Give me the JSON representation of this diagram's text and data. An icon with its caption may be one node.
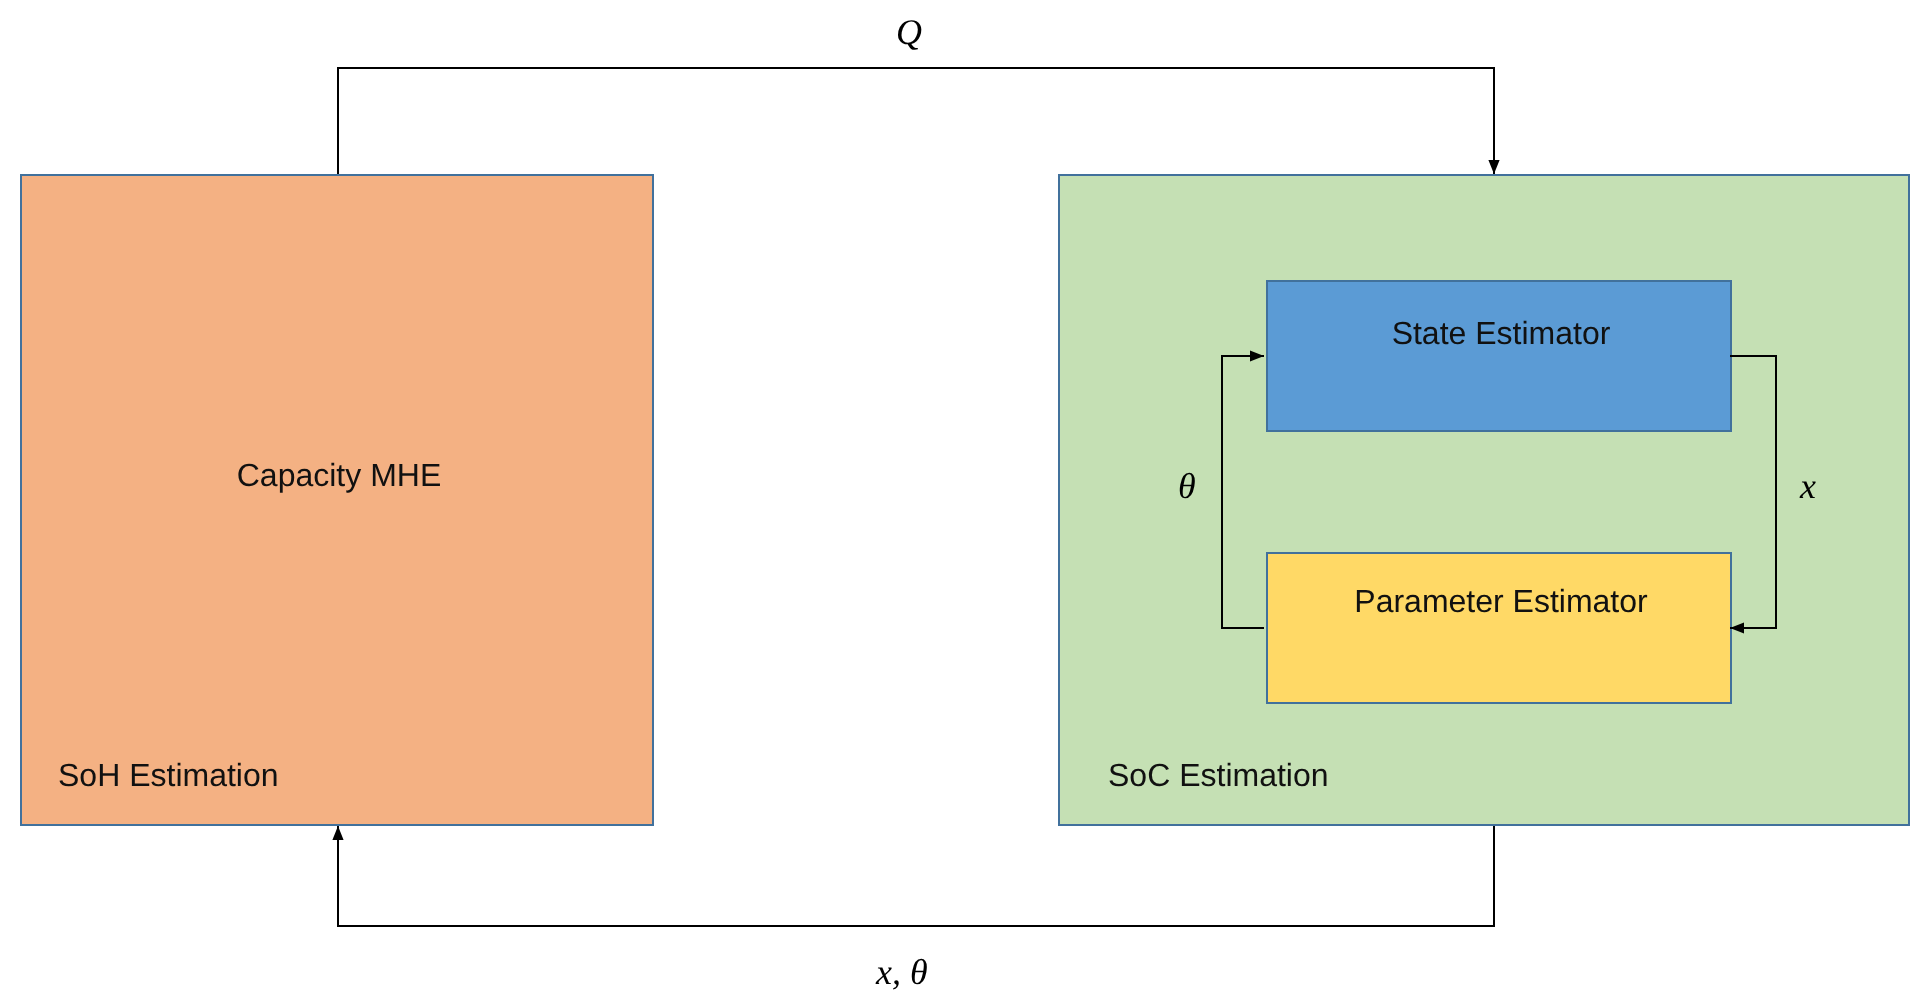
{
  "diagram": {
    "nodes": [
      {
        "text": [
          "Capacity MHE",
          "SoH Estimation"
        ]
      },
      {
        "text": [
          "SoC Estimation"
        ]
      },
      {
        "text": [
          "State Estimator"
        ],
        "in": 1
      },
      {
        "text": [
          "Parameter Estimator"
        ],
        "in": 1
      }
    ],
    "edges": [
      {
        "from": 0,
        "to": 1,
        "arrow": "to",
        "label": "Q"
      },
      {
        "from": 1,
        "to": 0,
        "arrow": "to",
        "label": "x, θ"
      },
      {
        "from": 2,
        "to": 3,
        "arrow": "to",
        "label": "x"
      },
      {
        "from": 3,
        "to": 2,
        "arrow": "to",
        "label": "θ"
      }
    ]
  }
}
